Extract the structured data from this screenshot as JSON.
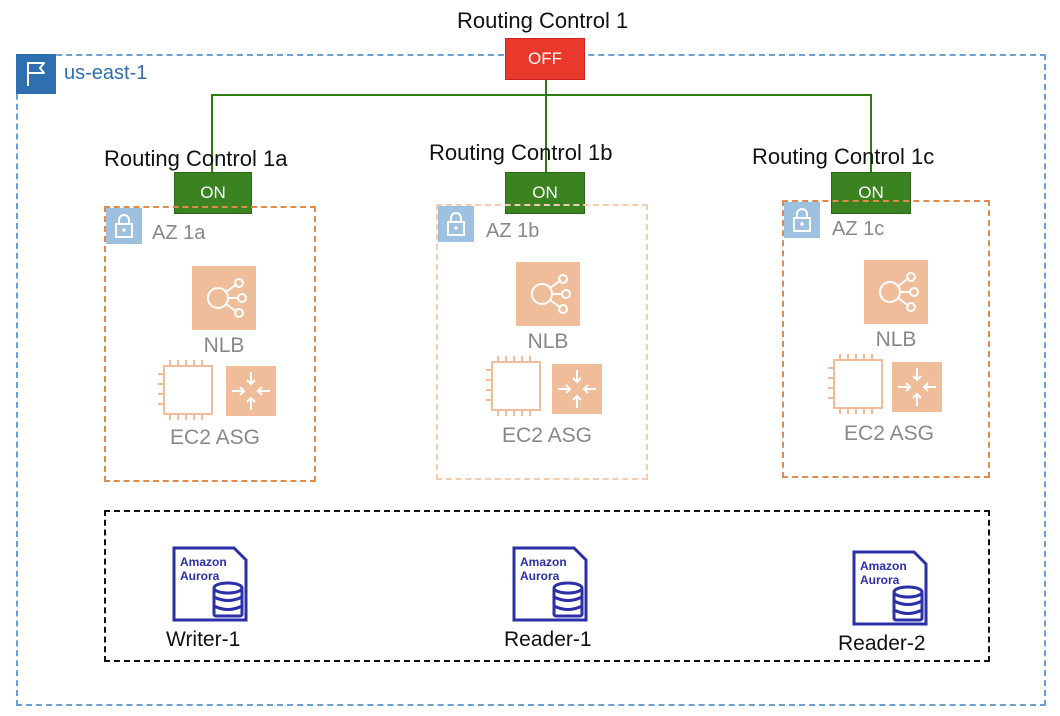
{
  "root_control": {
    "title": "Routing Control 1",
    "state": "OFF"
  },
  "region": {
    "label": "us-east-1"
  },
  "zones": [
    {
      "control_title": "Routing Control 1a",
      "state": "ON",
      "az_label": "AZ 1a",
      "nlb_label": "NLB",
      "ec2_label": "EC2 ASG"
    },
    {
      "control_title": "Routing Control 1b",
      "state": "ON",
      "az_label": "AZ 1b",
      "nlb_label": "NLB",
      "ec2_label": "EC2 ASG"
    },
    {
      "control_title": "Routing Control 1c",
      "state": "ON",
      "az_label": "AZ 1c",
      "nlb_label": "NLB",
      "ec2_label": "EC2 ASG"
    }
  ],
  "databases": [
    {
      "icon_text_1": "Amazon",
      "icon_text_2": "Aurora",
      "label": "Writer-1"
    },
    {
      "icon_text_1": "Amazon",
      "icon_text_2": "Aurora",
      "label": "Reader-1"
    },
    {
      "icon_text_1": "Amazon",
      "icon_text_2": "Aurora",
      "label": "Reader-2"
    }
  ],
  "colors": {
    "off": "#e9392b",
    "on": "#3b8321",
    "region_border": "#6a9fd4",
    "az_border": "#e08a4c",
    "connector": "#2e7d12",
    "aurora": "#2b2fa8"
  },
  "icons": [
    "flag-icon",
    "lock-icon",
    "nlb-icon",
    "ec2-chip-icon",
    "asg-arrows-icon",
    "aurora-db-icon"
  ]
}
